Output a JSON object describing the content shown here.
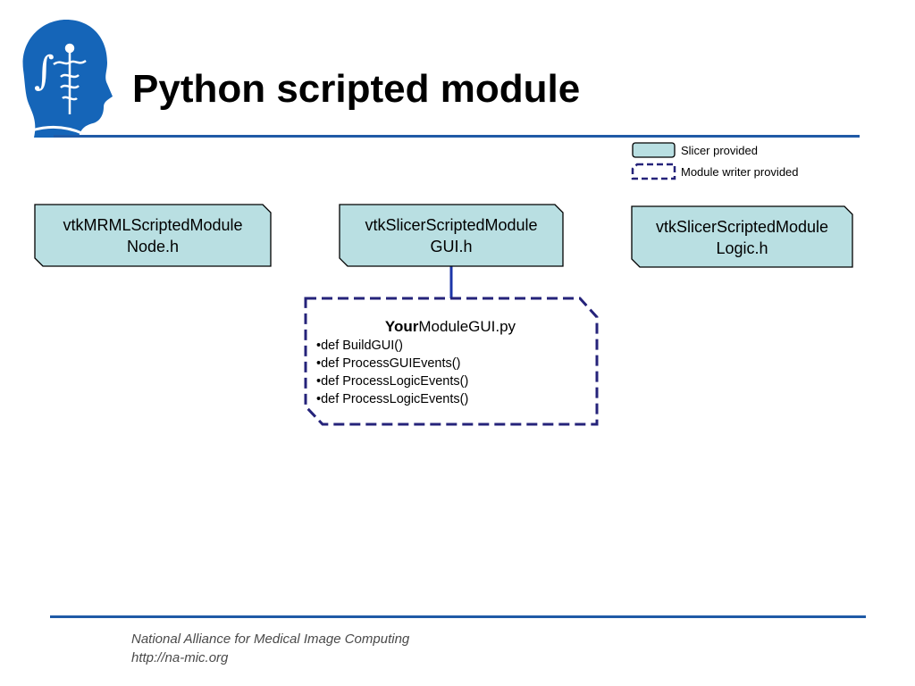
{
  "slide": {
    "title": "Python scripted module",
    "accent_color": "#1f5aa6",
    "logo_color": "#1565b8"
  },
  "legend": {
    "slicer_provided": "Slicer provided",
    "module_writer_provided": "Module writer provided",
    "slicer_fill": "#b9dfe2",
    "writer_stroke": "#25237a"
  },
  "boxes": {
    "mrml_node": {
      "line1": "vtkMRMLScriptedModule",
      "line2": "Node.h"
    },
    "slicer_gui": {
      "line1": "vtkSlicerScriptedModule",
      "line2": "GUI.h"
    },
    "slicer_logic": {
      "line1": "vtkSlicerScriptedModule",
      "line2": "Logic.h"
    }
  },
  "module_gui": {
    "title_bold": "Your",
    "title_rest": "ModuleGUI.py",
    "methods": [
      "•def BuildGUI()",
      "•def ProcessGUIEvents()",
      "•def ProcessLogicEvents()",
      "•def ProcessLogicEvents()"
    ]
  },
  "footer": {
    "org": "National Alliance for Medical Image Computing",
    "url": "http://na-mic.org"
  }
}
